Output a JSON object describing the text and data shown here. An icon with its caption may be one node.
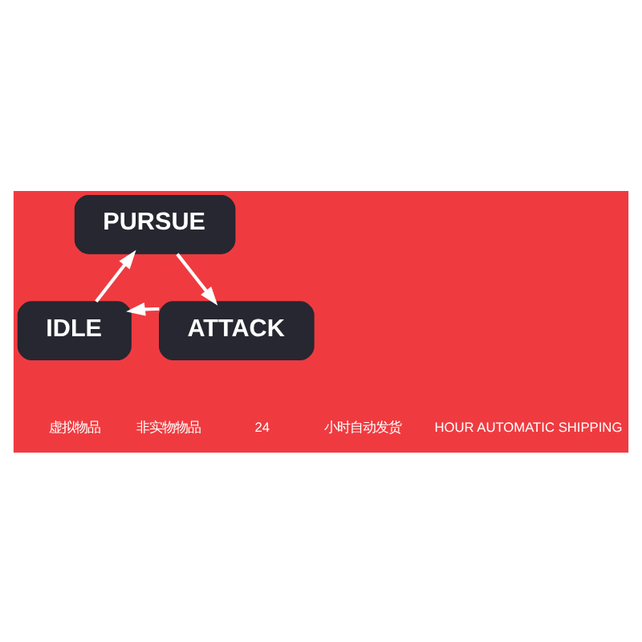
{
  "diagram": {
    "nodes": [
      {
        "text": [
          "PURSUE"
        ]
      },
      {
        "text": [
          "IDLE"
        ]
      },
      {
        "text": [
          "ATTACK"
        ]
      }
    ],
    "edges": [
      {
        "from": 1,
        "to": 0,
        "arrow": "to"
      },
      {
        "from": 0,
        "to": 2,
        "arrow": "to"
      },
      {
        "from": 2,
        "to": 1,
        "arrow": "to"
      }
    ],
    "labels": [
      "虚拟物品",
      "非实物物品",
      "24",
      "小时自动发货",
      "HOUR AUTOMATIC SHIPPING"
    ]
  }
}
